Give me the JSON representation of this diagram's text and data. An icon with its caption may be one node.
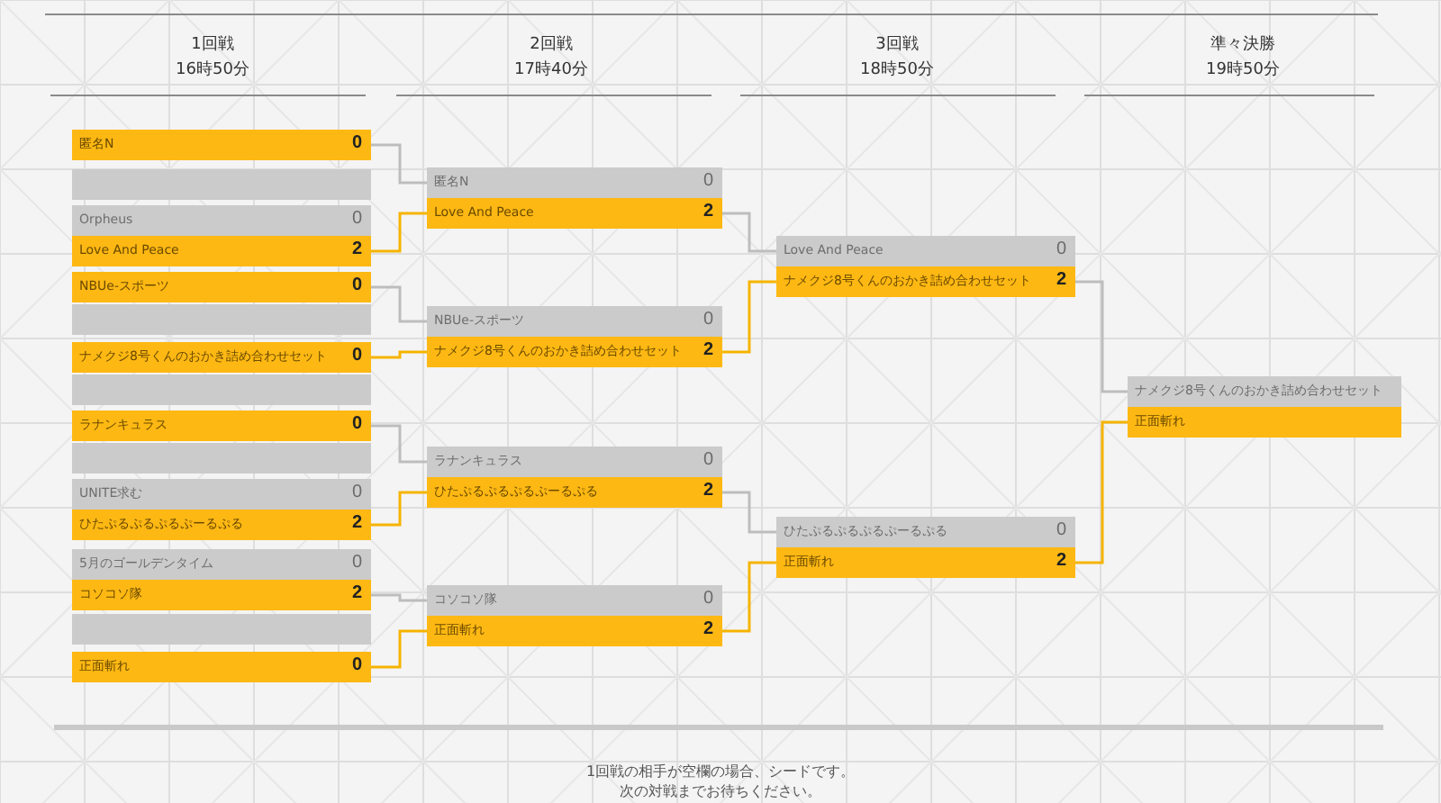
{
  "diagram": {
    "nodes": [
      {
        "text": [
          "匿名N",
          "0"
        ]
      },
      {
        "text": [],
        "shape": "bar"
      },
      {
        "text": [
          "Orpheus",
          "0"
        ]
      },
      {
        "text": [
          "Love And Peace",
          "2"
        ]
      },
      {
        "text": [
          "NBUe-スポーツ",
          "0"
        ]
      },
      {
        "text": [],
        "shape": "bar"
      },
      {
        "text": [
          "ナメクジ8号くんのおかき詰め合わせセット",
          "0"
        ]
      },
      {
        "text": [],
        "shape": "bar"
      },
      {
        "text": [
          "ラナンキュラス",
          "0"
        ]
      },
      {
        "text": [],
        "shape": "bar"
      },
      {
        "text": [
          "UNITE求む",
          "0"
        ]
      },
      {
        "text": [
          "ひたぷるぷるぷるぷーるぷる",
          "2"
        ]
      },
      {
        "text": [
          "5月のゴールデンタイム",
          "0"
        ]
      },
      {
        "text": [
          "コソコソ隊",
          "2"
        ]
      },
      {
        "text": [],
        "shape": "bar"
      },
      {
        "text": [
          "正面斬れ",
          "0"
        ]
      },
      {
        "text": [
          "匿名N",
          "0"
        ]
      },
      {
        "text": [
          "Love And Peace",
          "2"
        ]
      },
      {
        "text": [
          "NBUe-スポーツ",
          "0"
        ]
      },
      {
        "text": [
          "ナメクジ8号くんのおかき詰め合わせセット",
          "2"
        ]
      },
      {
        "text": [
          "ラナンキュラス",
          "0"
        ]
      },
      {
        "text": [
          "ひたぷるぷるぷるぷーるぷる",
          "2"
        ]
      },
      {
        "text": [
          "コソコソ隊",
          "0"
        ]
      },
      {
        "text": [
          "正面斬れ",
          "2"
        ]
      },
      {
        "text": [
          "Love And Peace",
          "0"
        ]
      },
      {
        "text": [
          "ナメクジ8号くんのおかき詰め合わせセット",
          "2"
        ]
      },
      {
        "text": [
          "ひたぷるぷるぷるぷーるぷる",
          "0"
        ]
      },
      {
        "text": [
          "正面斬れ",
          "2"
        ]
      },
      {
        "text": [
          "ナメクジ8号くんのおかき詰め合わせセット"
        ]
      },
      {
        "text": [
          "正面斬れ"
        ]
      }
    ],
    "edges": [
      {
        "from": 0,
        "to": 16,
        "arrow": "none",
        "color": "#bdbdbd"
      },
      {
        "from": 3,
        "to": 17,
        "arrow": "none",
        "color": "#f5b400"
      },
      {
        "from": 4,
        "to": 18,
        "arrow": "none",
        "color": "#bdbdbd"
      },
      {
        "from": 6,
        "to": 19,
        "arrow": "none",
        "color": "#f5b400"
      },
      {
        "from": 8,
        "to": 20,
        "arrow": "none",
        "color": "#bdbdbd"
      },
      {
        "from": 11,
        "to": 21,
        "arrow": "none",
        "color": "#f5b400"
      },
      {
        "from": 13,
        "to": 22,
        "arrow": "none",
        "color": "#bdbdbd"
      },
      {
        "from": 15,
        "to": 23,
        "arrow": "none",
        "color": "#f5b400"
      },
      {
        "from": 17,
        "to": 24,
        "arrow": "none",
        "color": "#bdbdbd"
      },
      {
        "from": 19,
        "to": 25,
        "arrow": "none",
        "color": "#f5b400"
      },
      {
        "from": 21,
        "to": 26,
        "arrow": "none",
        "color": "#bdbdbd"
      },
      {
        "from": 23,
        "to": 27,
        "arrow": "none",
        "color": "#f5b400"
      },
      {
        "from": 25,
        "to": 28,
        "arrow": "none",
        "color": "#bdbdbd"
      },
      {
        "from": 27,
        "to": 29,
        "arrow": "none",
        "color": "#f5b400"
      }
    ],
    "labels": [
      "1回戦",
      "16時50分",
      "2回戦",
      "17時40分",
      "3回戦",
      "18時50分",
      "準々決勝",
      "19時50分",
      "1回戦の相手が空欄の場合、シードです。",
      "次の対戦までお待ちください。"
    ]
  }
}
